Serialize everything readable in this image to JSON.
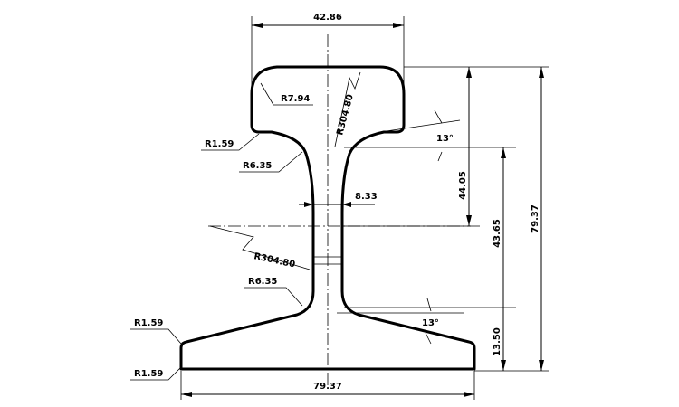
{
  "dimensions": {
    "head_width": "42.86",
    "base_width": "79.37",
    "total_height": "79.37",
    "mid_height": "43.65",
    "head_height": "44.05",
    "base_height": "13.50",
    "web_thickness": "8.33",
    "head_angle": "13°",
    "base_angle": "13°"
  },
  "radii": {
    "head_top_corner": "R7.94",
    "head_crown": "R304.80",
    "head_underside": "R1.59",
    "head_fillet": "R6.35",
    "web_radius": "R304.80",
    "base_fillet": "R6.35",
    "base_top_corner": "R1.59",
    "base_bottom_corner": "R1.59"
  }
}
